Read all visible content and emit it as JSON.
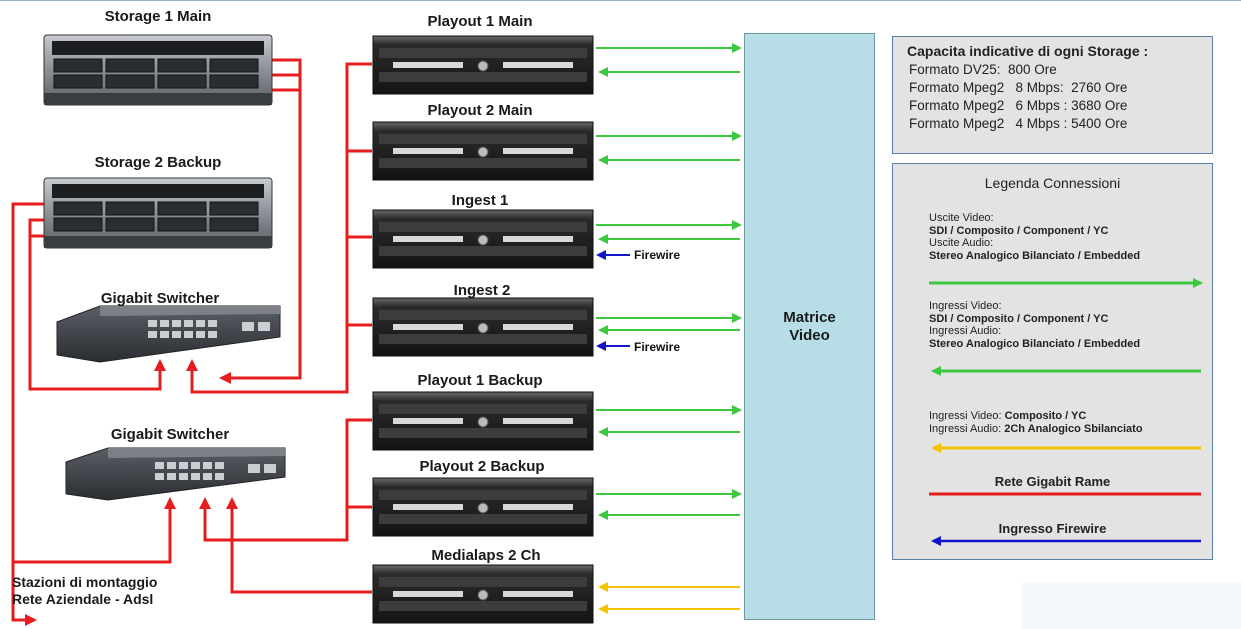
{
  "devices": {
    "storage_main": "Storage 1  Main",
    "storage_backup": "Storage 2 Backup",
    "switch_1": "Gigabit Switcher",
    "switch_2": "Gigabit Switcher",
    "playout_1_main": "Playout  1 Main",
    "playout_2_main": "Playout  2 Main",
    "ingest_1": "Ingest 1",
    "ingest_2": "Ingest 2",
    "playout_1_backup": "Playout  1 Backup",
    "playout_2_backup": "Playout  2 Backup",
    "medialaps": "Medialaps 2 Ch"
  },
  "matrix": {
    "line1": "Matrice",
    "line2": "Video"
  },
  "firewire_label": "Firewire",
  "stations": {
    "line1": "Stazioni di montaggio",
    "line2": "Rete Aziendale - Adsl"
  },
  "capacity": {
    "title": "Capacita indicative di ogni Storage :",
    "lines": [
      "Formato DV25:  800 Ore",
      "Formato Mpeg2   8 Mbps:  2760 Ore",
      "Formato Mpeg2   6 Mbps : 3680 Ore",
      "Formato Mpeg2   4 Mbps : 5400 Ore"
    ]
  },
  "legend": {
    "title": "Legenda Connessioni",
    "out_video_label": "Uscite Video:",
    "out_video_value": "SDI / Composito / Component / YC",
    "out_audio_label": "Uscite Audio:",
    "out_audio_value": "Stereo Analogico Bilanciato / Embedded",
    "in_video_label": "Ingressi Video:",
    "in_video_value": "SDI / Composito / Component / YC",
    "in_audio_label": "Ingressi Audio:",
    "in_audio_value": "Stereo Analogico Bilanciato / Embedded",
    "medialaps_video_label": "Ingressi Video: ",
    "medialaps_video_value": "Composito /  YC",
    "medialaps_audio_label": "Ingressi Audio: ",
    "medialaps_audio_value": "2Ch Analogico Sbilanciato",
    "gigabit": "Rete Gigabit Rame",
    "firewire": "Ingresso Firewire"
  },
  "colors": {
    "green": "#3ec83e",
    "yellow": "#f5c400",
    "red": "#e41e1e",
    "blue": "#1414c8",
    "matrix_fill": "#b7dde6"
  }
}
